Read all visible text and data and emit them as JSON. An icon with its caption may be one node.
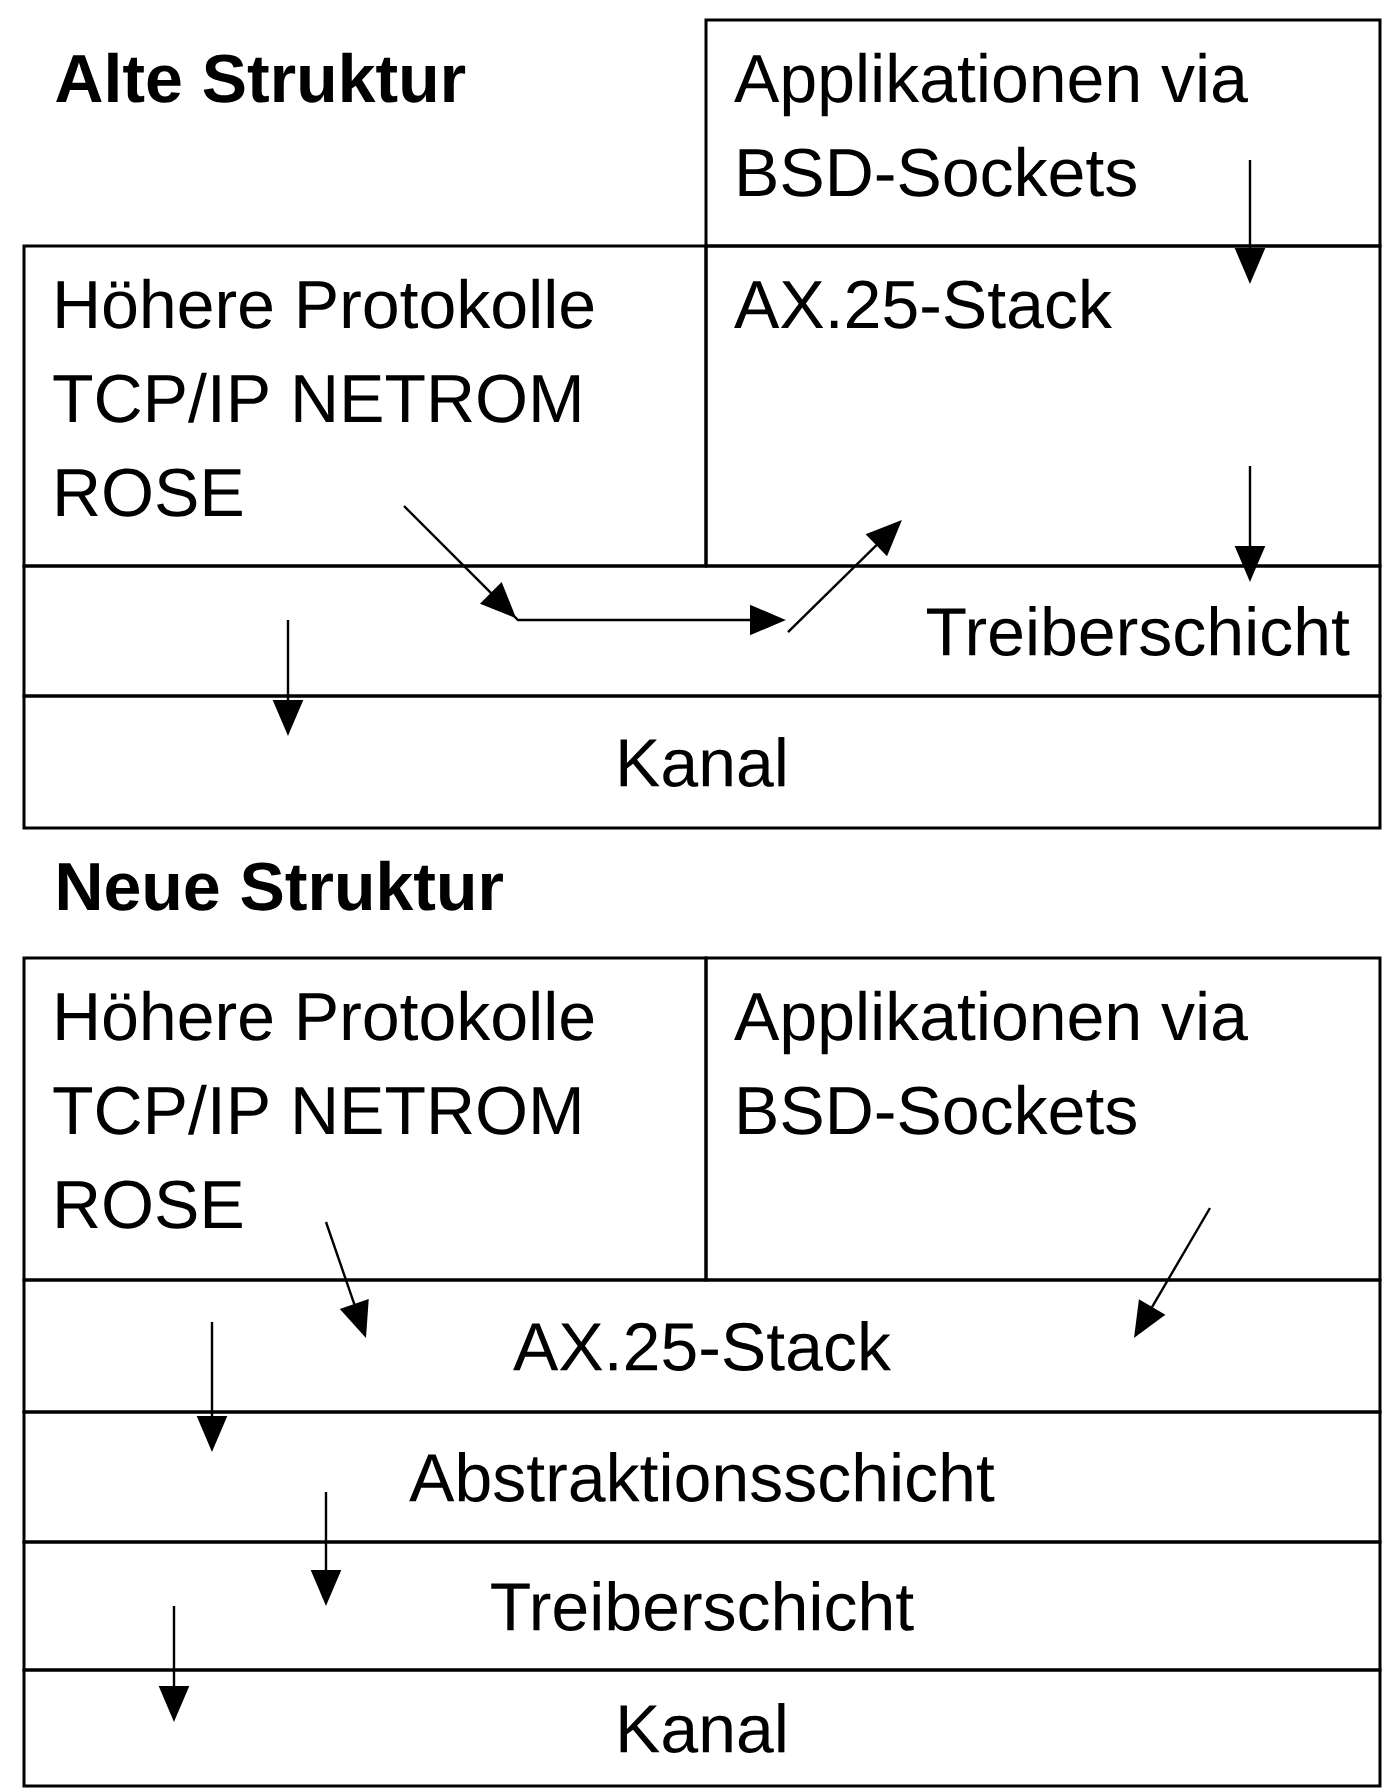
{
  "diagram": {
    "nodes": [
      {
        "text": [
          "Applikationen via BSD-Sockets"
        ]
      },
      {
        "text": [
          "Höhere Protokolle TCP/IP NETROM ROSE"
        ]
      },
      {
        "text": [
          "AX.25-Stack"
        ]
      },
      {
        "text": [
          "Treiberschicht"
        ]
      },
      {
        "text": [
          "Kanal"
        ]
      },
      {
        "text": [
          "Höhere Protokolle TCP/IP NETROM ROSE"
        ]
      },
      {
        "text": [
          "Applikationen via BSD-Sockets"
        ]
      },
      {
        "text": [
          "AX.25-Stack"
        ]
      },
      {
        "text": [
          "Abstraktionsschicht"
        ]
      },
      {
        "text": [
          "Treiberschicht"
        ]
      },
      {
        "text": [
          "Kanal"
        ]
      }
    ],
    "edges": [
      {
        "from": 0,
        "to": 2,
        "arrow": "to"
      },
      {
        "from": 2,
        "to": 3,
        "arrow": "to"
      },
      {
        "from": 1,
        "to": 3,
        "arrow": "to"
      },
      {
        "from": 3,
        "to": 2,
        "arrow": "to"
      },
      {
        "from": 3,
        "to": 4,
        "arrow": "to"
      },
      {
        "from": 5,
        "to": 7,
        "arrow": "to"
      },
      {
        "from": 6,
        "to": 7,
        "arrow": "to"
      },
      {
        "from": 7,
        "to": 8,
        "arrow": "to"
      },
      {
        "from": 8,
        "to": 9,
        "arrow": "to"
      },
      {
        "from": 9,
        "to": 10,
        "arrow": "to"
      }
    ],
    "labels": [
      "Alte Struktur",
      "Neue Struktur"
    ]
  }
}
